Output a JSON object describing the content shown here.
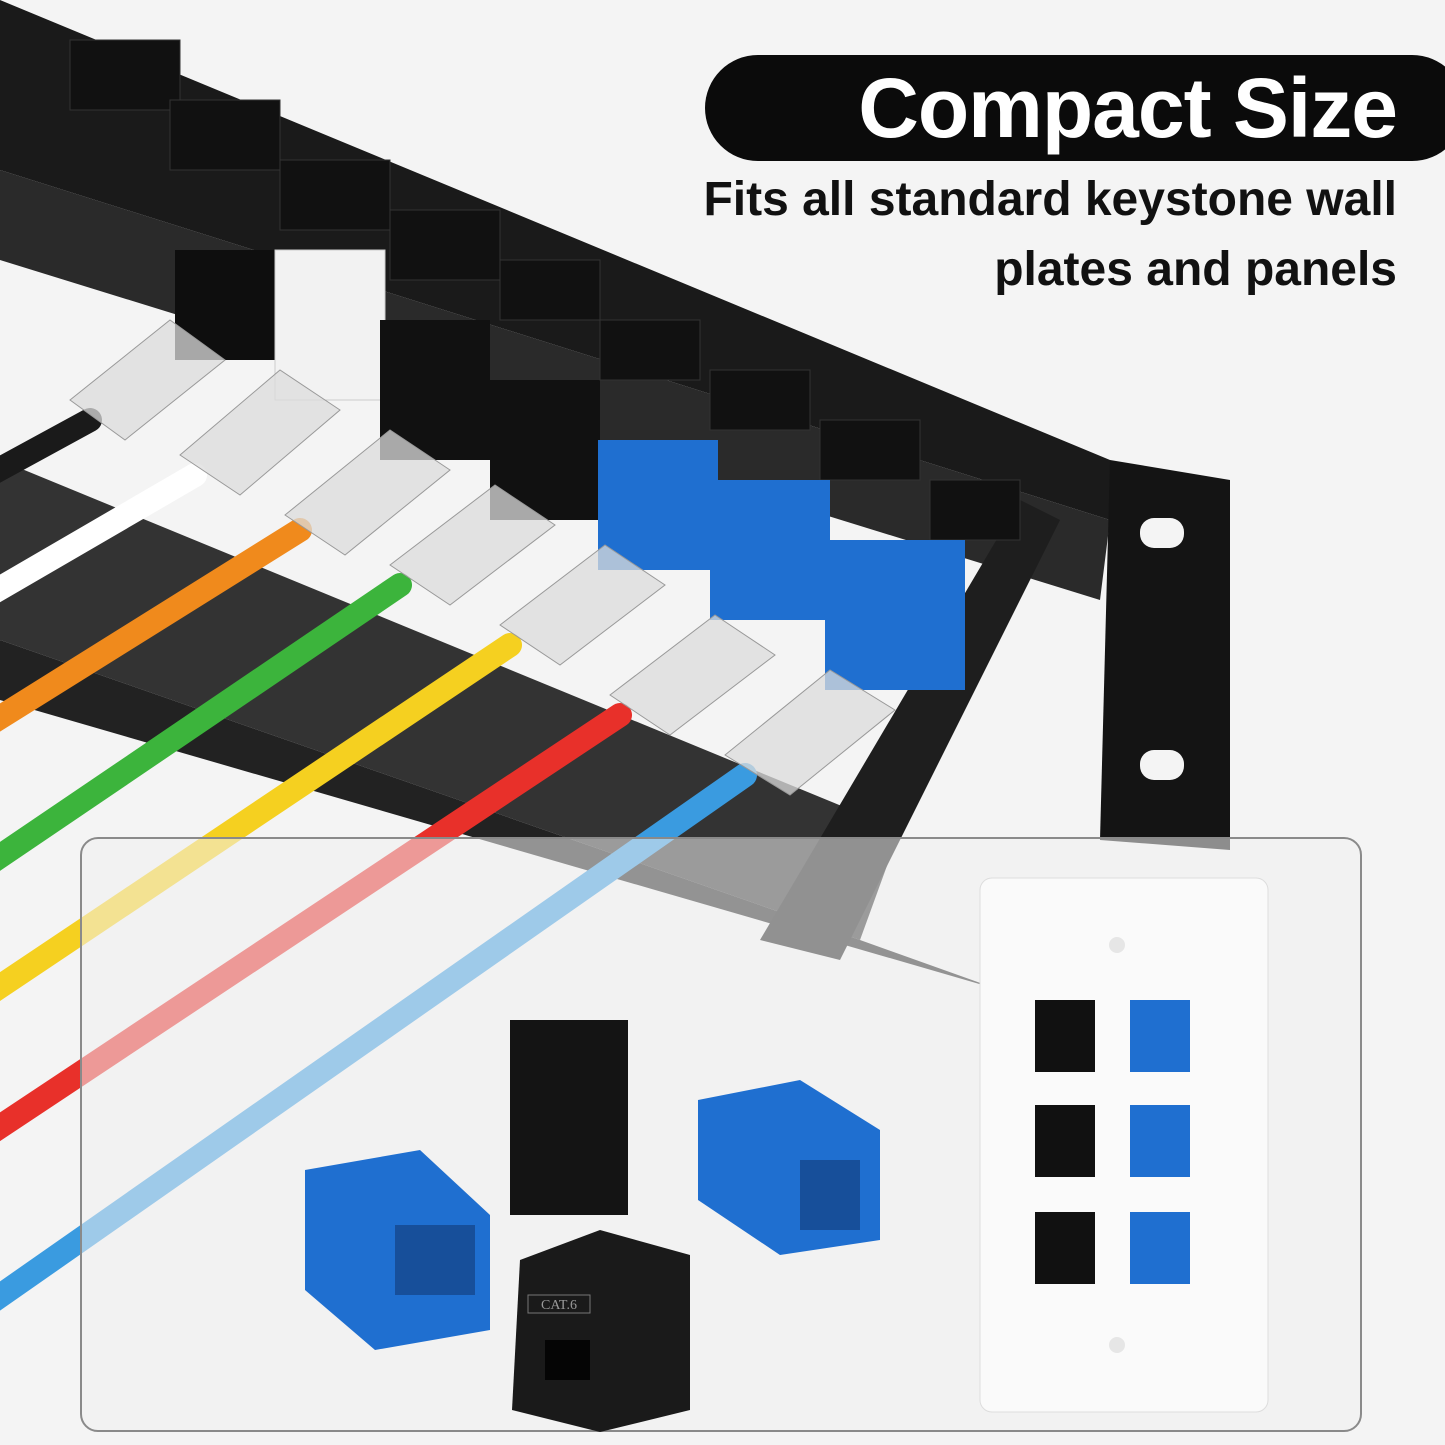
{
  "headline": {
    "title": "Compact Size",
    "subtitle_line1": "Fits all standard keystone wall",
    "subtitle_line2": "plates and panels"
  },
  "keystone_label": "CAT.6",
  "cable_colors": [
    "#1a1a1a",
    "#ffffff",
    "#f08a1c",
    "#3cb43c",
    "#f5d020",
    "#e8302a",
    "#3a9be0"
  ],
  "accent_colors": {
    "keystone_blue": "#1f6fd0",
    "panel_black": "#151515",
    "pill_black": "#0b0b0b"
  }
}
